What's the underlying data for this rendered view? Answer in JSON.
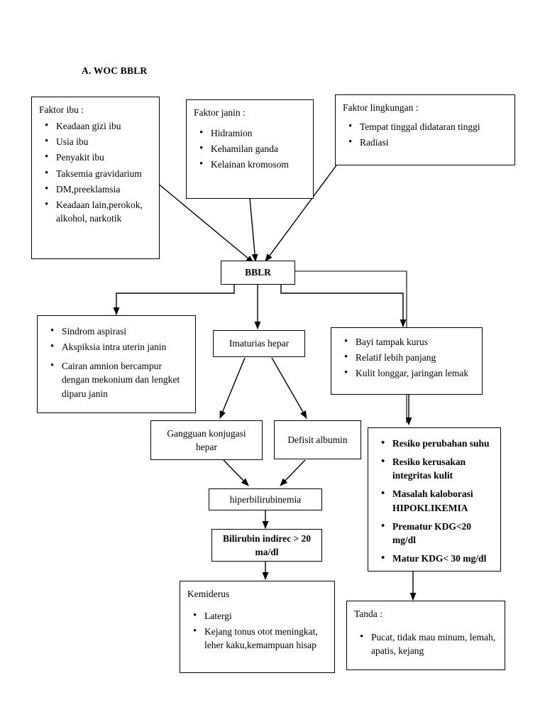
{
  "page": {
    "title": "A.  WOC BBLR"
  },
  "nodes": {
    "faktor_ibu": {
      "header": "Faktor ibu :",
      "items": [
        "Keadaan gizi ibu",
        "Usia ibu",
        "Penyakit ibu",
        "Taksemia gravidarium",
        "DM,preeklamsia",
        "Keadaan lain,perokok, alkohol, narkotik"
      ]
    },
    "faktor_janin": {
      "header": "Faktor janin :",
      "items": [
        "Hidramion",
        "Kehamilan ganda",
        "Kelainan kromosom"
      ]
    },
    "faktor_lingkungan": {
      "header": "Faktor lingkungan :",
      "items": [
        "Tempat tinggal didataran tinggi",
        "Radiasi"
      ]
    },
    "bblr": {
      "label": "BBLR"
    },
    "aspirasi": {
      "items": [
        "Sindrom aspirasi",
        "Akspiksia intra uterin janin",
        "Cairan amnion bercampur dengan mekonium dan lengket diparu janin"
      ]
    },
    "imaturias": {
      "label": "Imaturias hepar"
    },
    "bayi_tampak": {
      "items": [
        "Bayi tampak kurus",
        "Relatif lebih panjang",
        "Kulit longgar, jaringan lemak"
      ]
    },
    "gangguan": {
      "label": "Gangguan konjugasi hepar"
    },
    "defisit": {
      "label": "Defisit albumin"
    },
    "hiperbilirubinemia": {
      "label": "hiperbilirubinemia"
    },
    "bilirubin": {
      "label": "Bilirubin indirec > 20 ma/dl"
    },
    "resiko": {
      "items": [
        "Resiko perubahan suhu",
        "Resiko kerusakan integritas kulit",
        "Masalah kaloborasi HIPOKLIKEMIA",
        "Prematur KDG<20 mg/dl",
        "Matur KDG< 30 mg/dl"
      ]
    },
    "kemiderus": {
      "header": "Kemiderus",
      "items": [
        "Latergi",
        "Kejang tonus otot meningkat, leher kaku,kemampuan hisap"
      ]
    },
    "tanda": {
      "header": "Tanda :",
      "items": [
        "Pucat, tidak mau minum, lemah, apatis, kejang"
      ]
    }
  }
}
